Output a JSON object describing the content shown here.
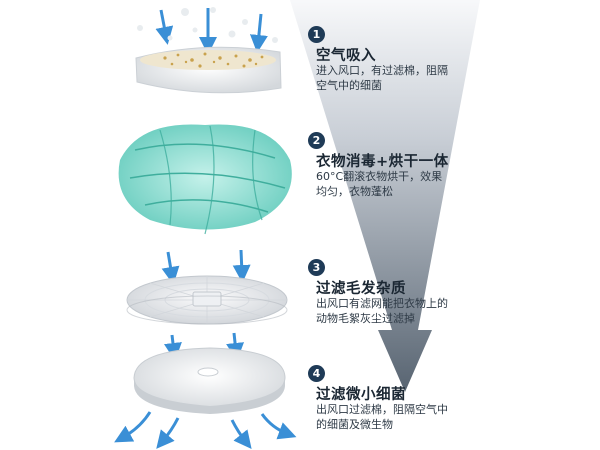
{
  "colors": {
    "badge": "#1f3b57",
    "airflow_arrow": "#3a8fd6",
    "funnel_dark": "#566371",
    "funnel_light": "#dfe4ea",
    "mesh": "#6cd1c0",
    "title_text": "#1b2733",
    "body_text": "#2e3a46"
  },
  "steps": [
    {
      "number": "1",
      "title": "空气吸入",
      "description": "进入风口，有过滤棉，阻隔\n空气中的细菌",
      "icon": "filter-cotton-image"
    },
    {
      "number": "2",
      "title": "衣物消毒+烘干一体",
      "description": "60°C翻滚衣物烘干，效果\n均匀，衣物蓬松",
      "icon": "clothing-mesh-image"
    },
    {
      "number": "3",
      "title": "过滤毛发杂质",
      "description": "出风口有滤网能把衣物上的\n动物毛絮灰尘过滤掉",
      "icon": "lint-filter-image"
    },
    {
      "number": "4",
      "title": "过滤微小细菌",
      "description": "出风口过滤棉，阻隔空气中\n的细菌及微生物",
      "icon": "fine-filter-pad-image"
    }
  ]
}
